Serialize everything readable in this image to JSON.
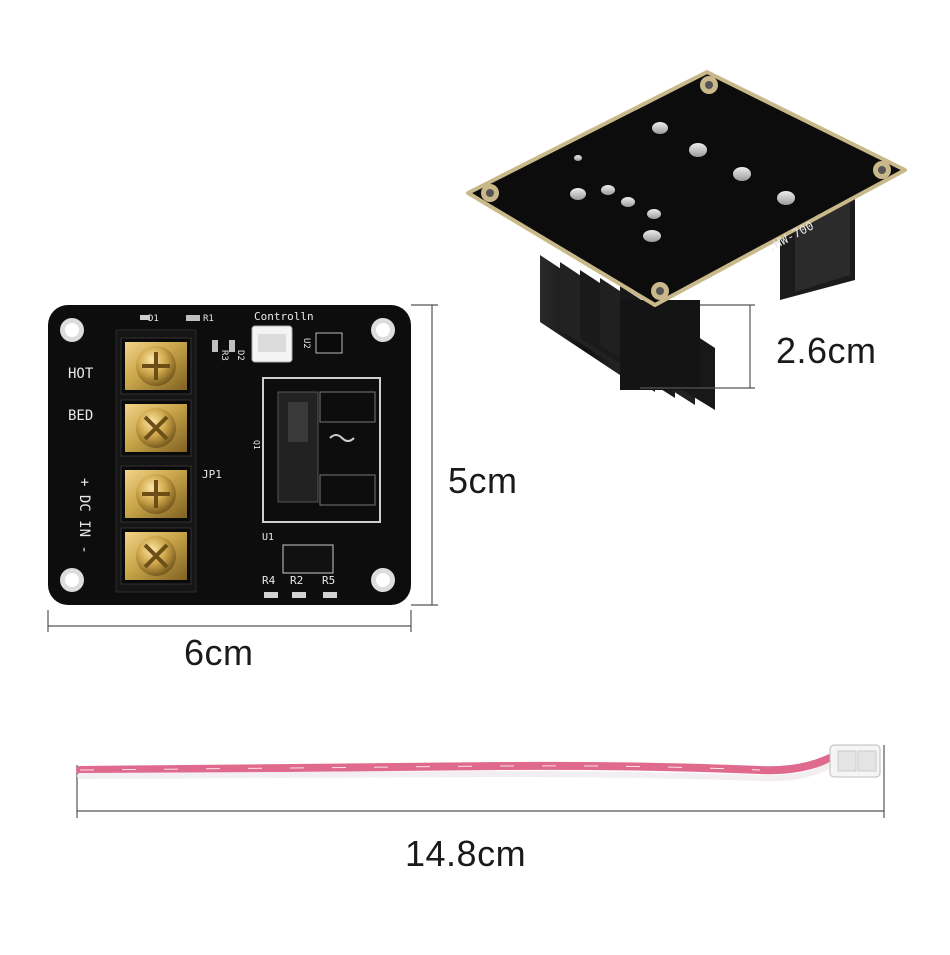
{
  "dimensions": {
    "width": "6cm",
    "height": "5cm",
    "depth": "2.6cm",
    "cable_length": "14.8cm"
  },
  "board_silkscreen": {
    "terminal_labels": [
      "HOT",
      "BED",
      "+ DC IN -"
    ],
    "header": "Controlln",
    "jp": "JP1",
    "u1": "U1",
    "resistors": [
      "R4",
      "R2",
      "R5"
    ],
    "d1": "D1",
    "r1": "R1",
    "r3": "R3",
    "d2": "D2",
    "q1": "Q1",
    "u2": "U2"
  },
  "back_silkscreen": ".HW-700",
  "colors": {
    "pcb": "#0d0d0d",
    "terminal": "#101010",
    "brass": "#c9a54a",
    "heatsink": "#1c1c1c",
    "cable_pink": "#e06a8e",
    "cable_white": "#f3eef2",
    "dimension_line": "#555555"
  }
}
